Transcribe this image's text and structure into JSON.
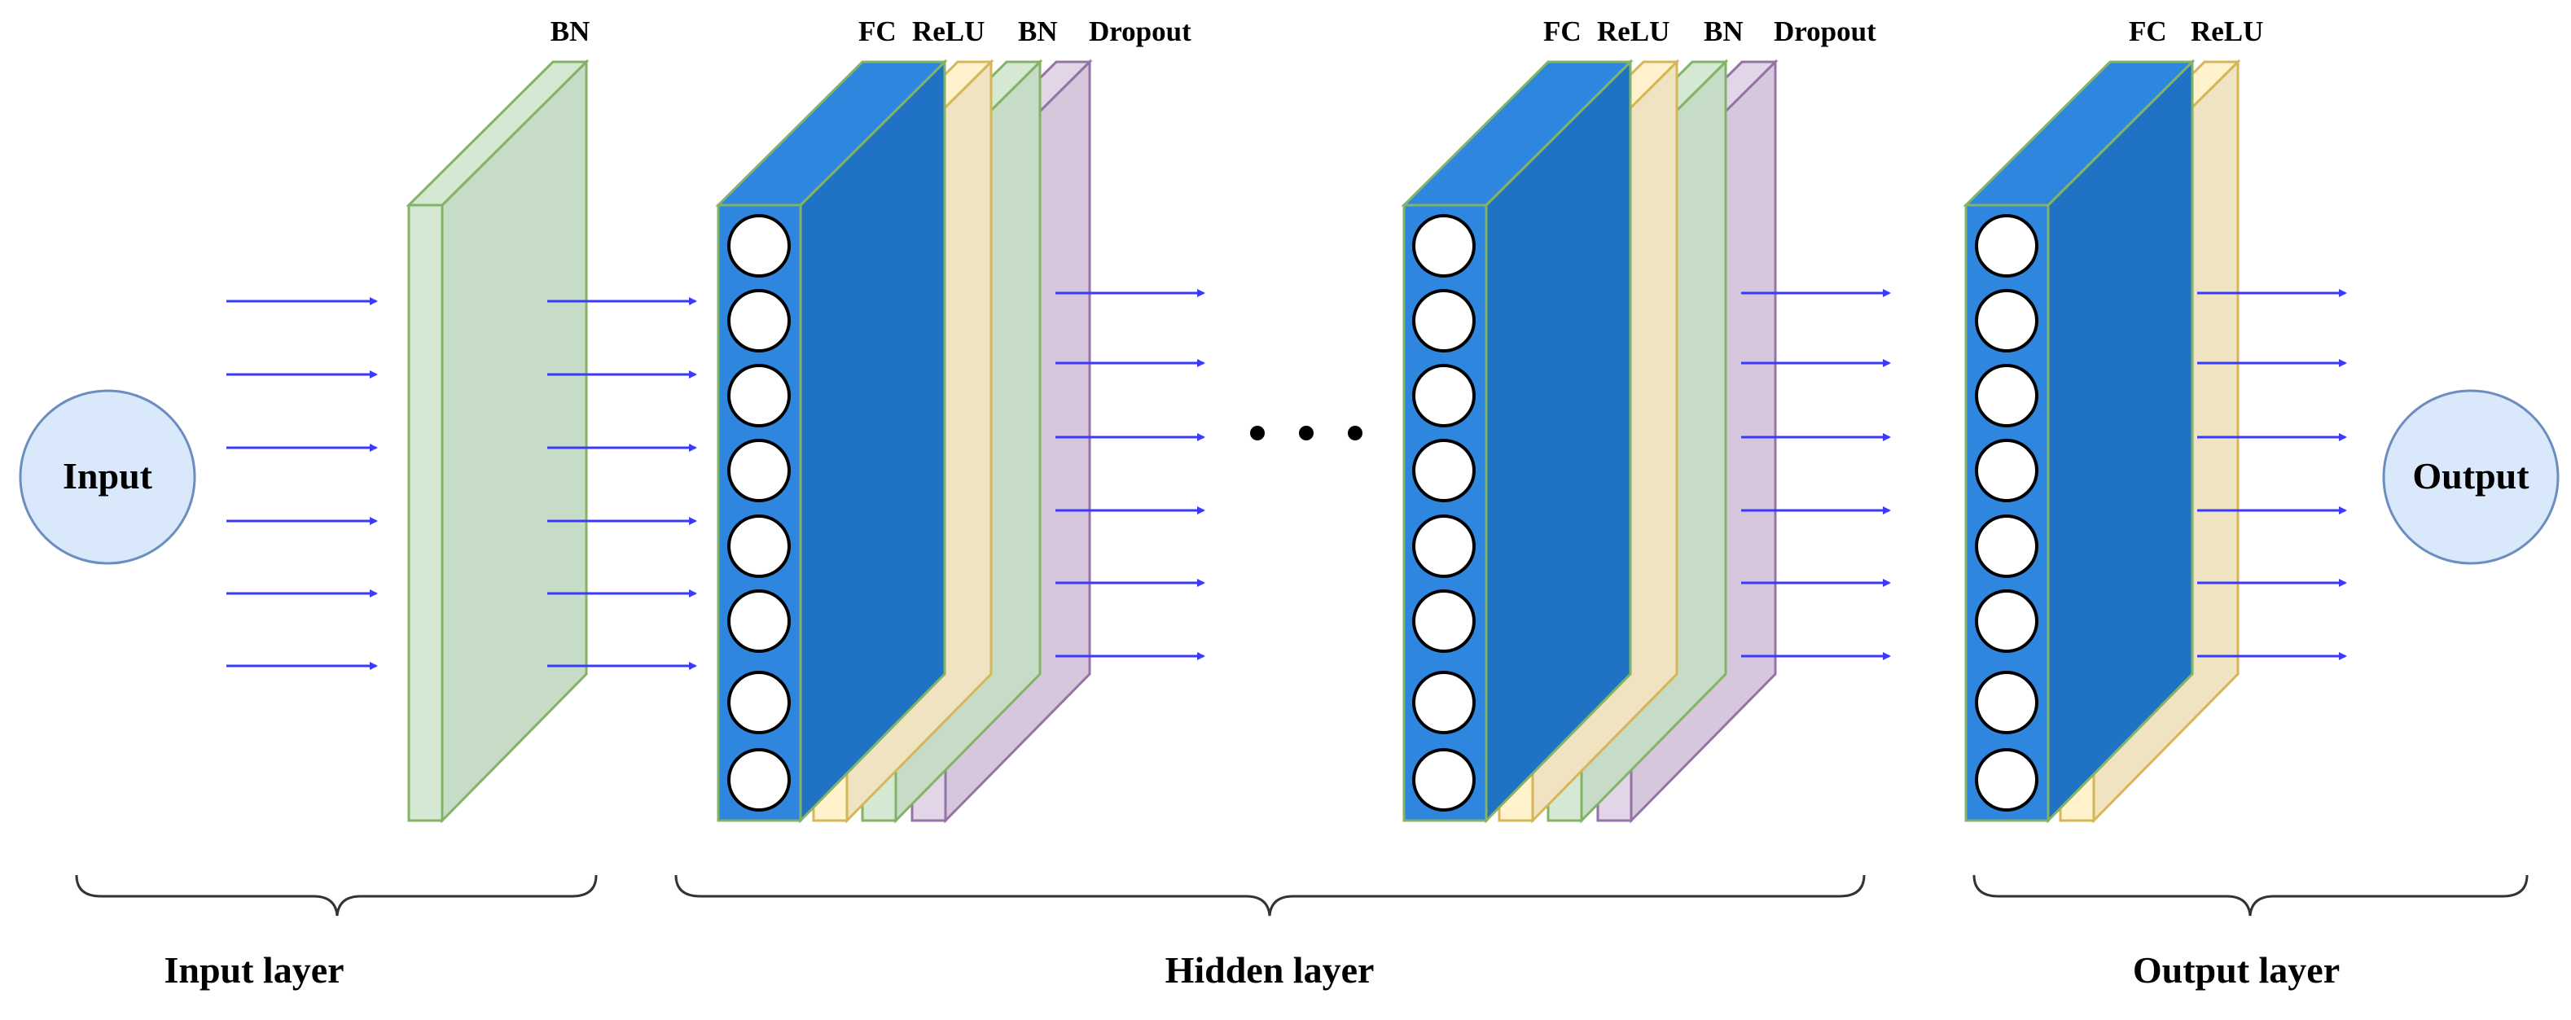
{
  "nodes": {
    "input": "Input",
    "output": "Output"
  },
  "layer_labels": {
    "bn_input": "BN",
    "hidden1": {
      "fc": "FC",
      "relu": "ReLU",
      "bn": "BN",
      "dropout": "Dropout"
    },
    "hidden2": {
      "fc": "FC",
      "relu": "ReLU",
      "bn": "BN",
      "dropout": "Dropout"
    },
    "output": {
      "fc": "FC",
      "relu": "ReLU"
    }
  },
  "sections": {
    "input": "Input layer",
    "hidden": "Hidden layer",
    "output": "Output layer"
  },
  "colors": {
    "fc": "#2e86de",
    "relu": "#fff2cc",
    "bn": "#d5e8d4",
    "dropout": "#e1d5e7",
    "node": "#dae8fc",
    "arrow": "#3a3aff"
  }
}
